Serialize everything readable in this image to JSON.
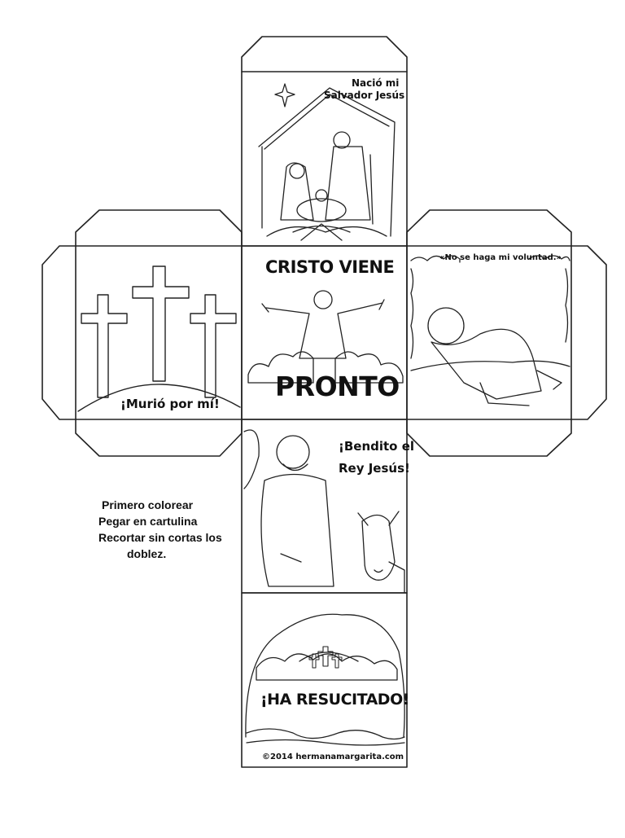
{
  "faces": {
    "top": {
      "caption_line1": "Nació mi",
      "caption_line2": "Salvador Jesús"
    },
    "left": {
      "caption": "¡Murió por mí!"
    },
    "center": {
      "title": "CRISTO VIENE",
      "subtitle": "PRONTO"
    },
    "right": {
      "caption": "«No se haga mi voluntad.»"
    },
    "lower": {
      "caption_line1": "¡Bendito el",
      "caption_line2": "Rey Jesús!"
    },
    "bottom": {
      "caption": "¡HA RESUCITADO!",
      "copyright": "©2014 hermanamargarita.com"
    }
  },
  "instructions": {
    "line1": "Primero colorear",
    "line2": "Pegar en cartulina",
    "line3": "Recortar sin cortas los",
    "line4": "doblez."
  },
  "icons": [
    "star-icon",
    "cross-icon",
    "cloud-icon",
    "tomb-icon"
  ]
}
